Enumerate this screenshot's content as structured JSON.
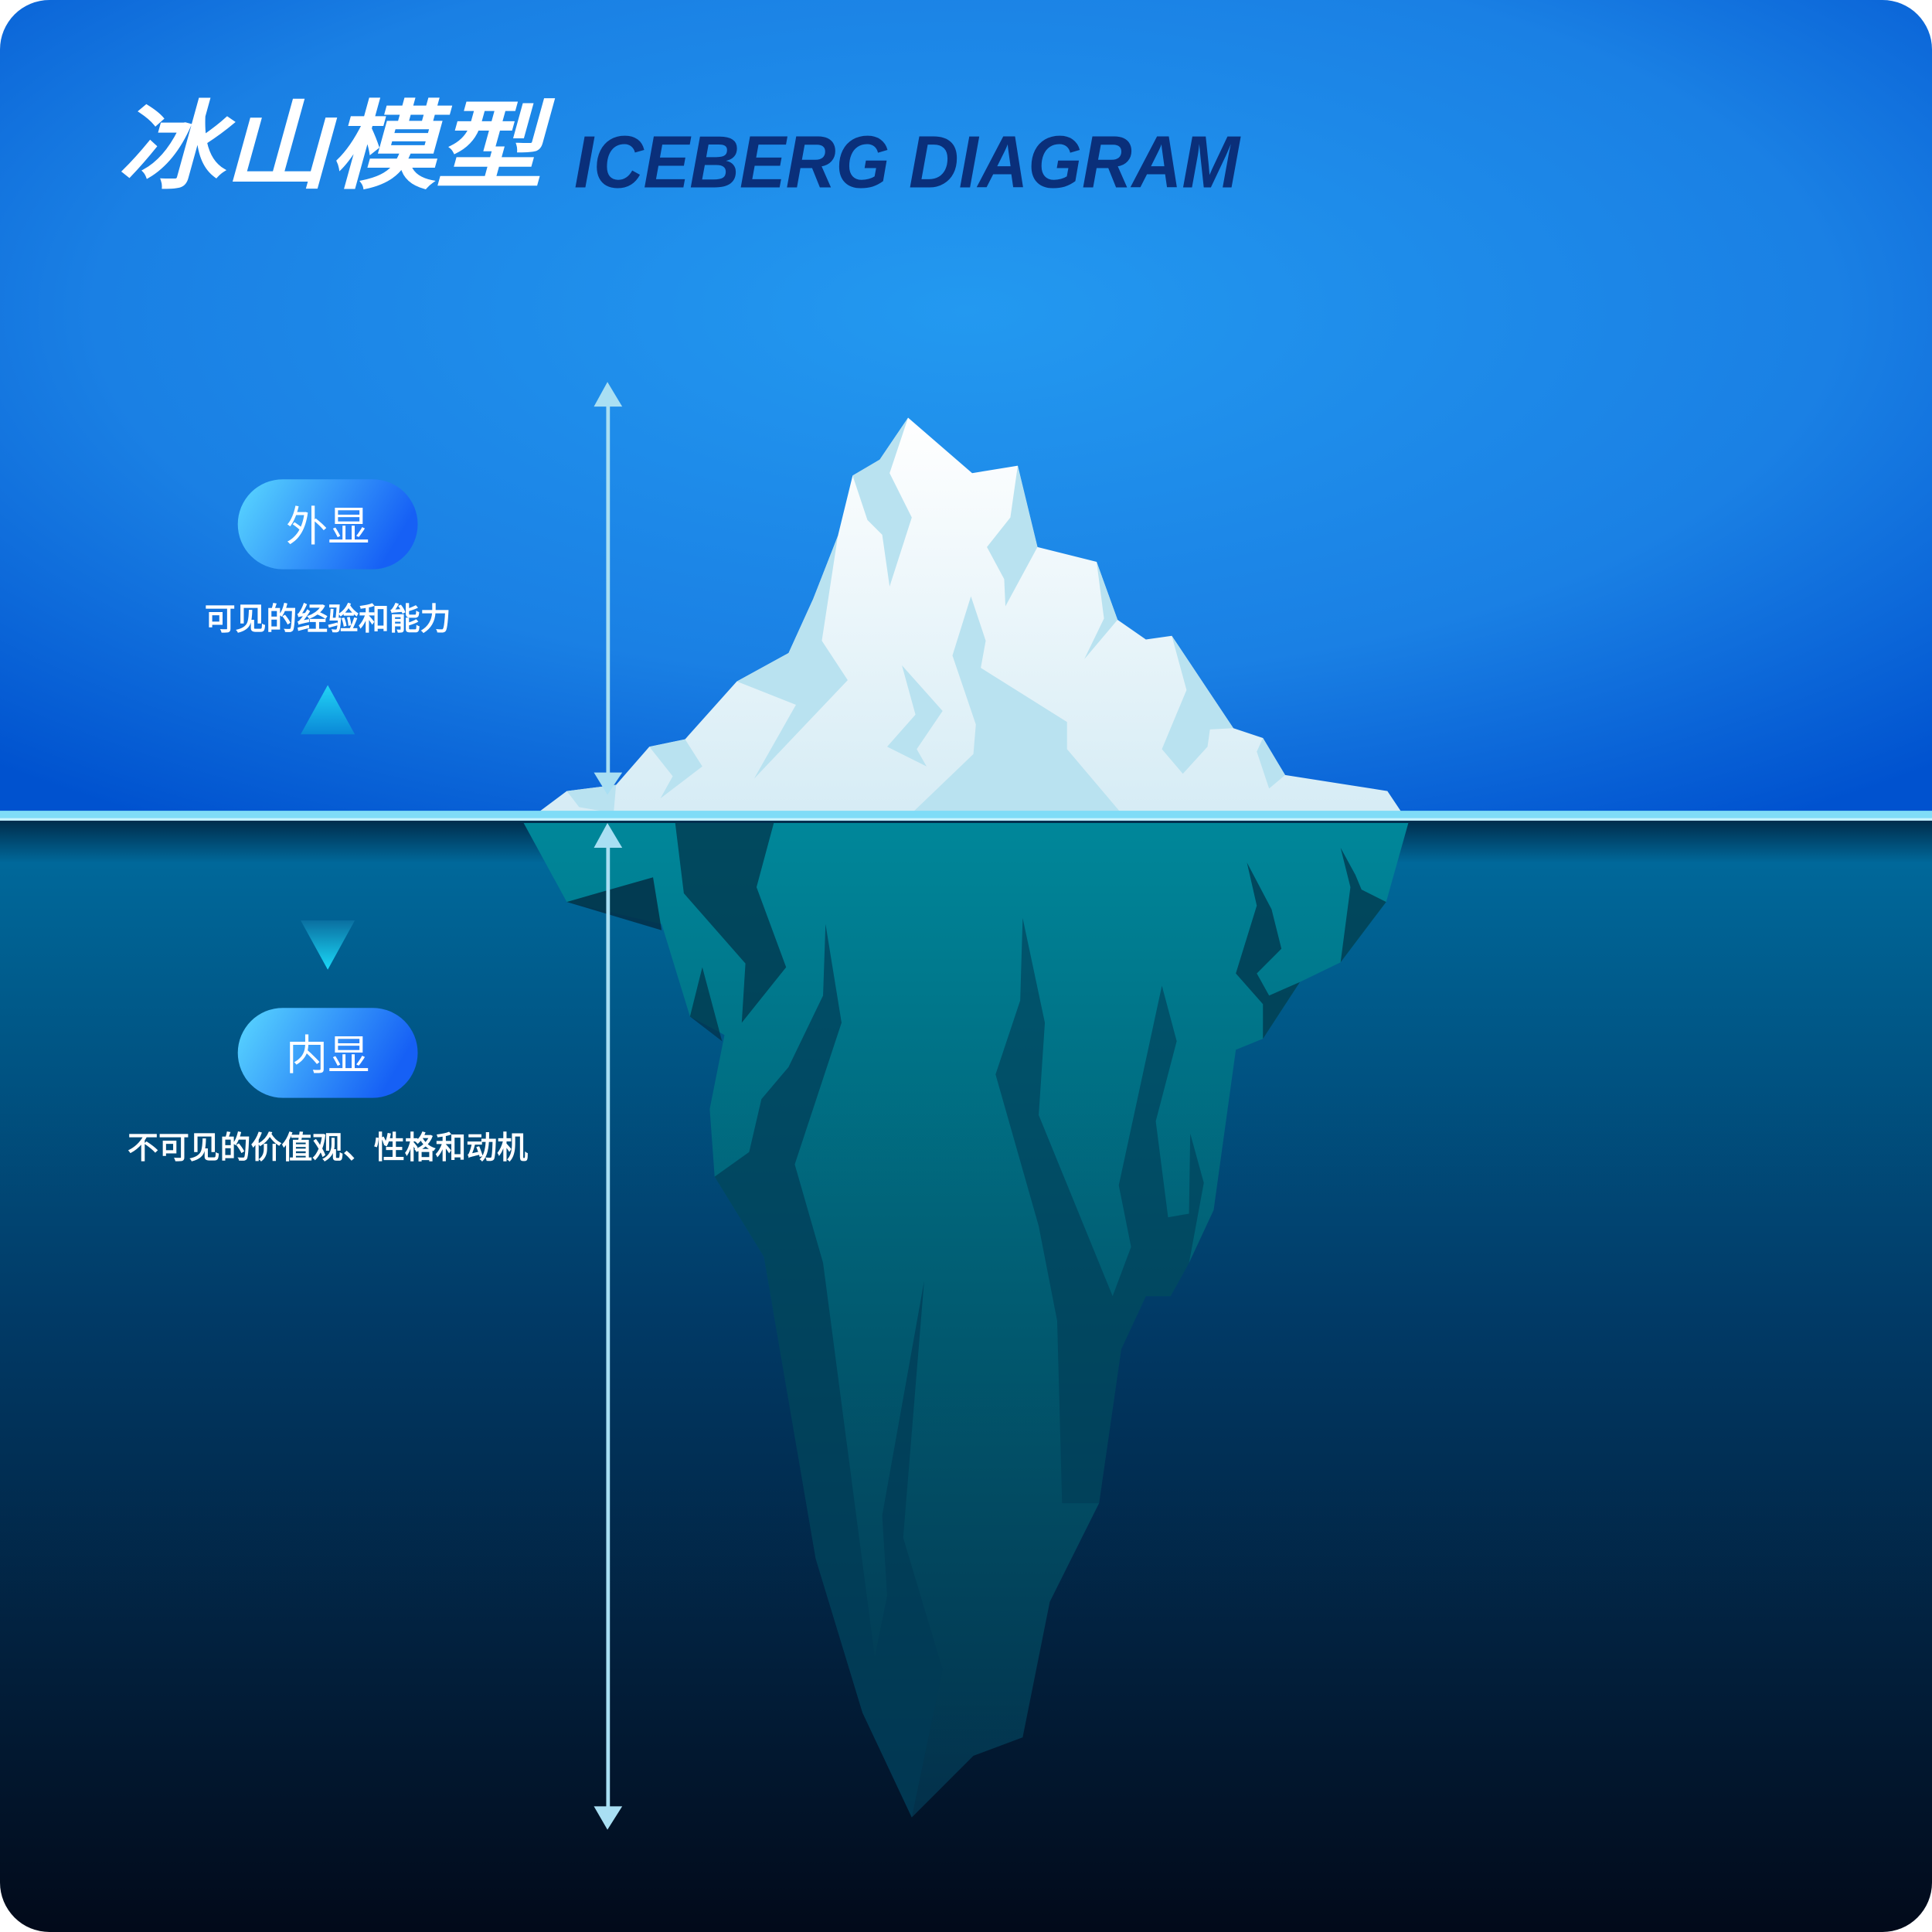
{
  "header": {
    "title_cn": "冰山模型",
    "title_en": "ICEBERG DIAGRAM"
  },
  "sections": {
    "visible": {
      "label": "外显",
      "description": "可见的经验和能力"
    },
    "hidden": {
      "label": "内显",
      "description": "不可见的价值观、性格和动机"
    }
  },
  "colors": {
    "sky_center": "#2399f0",
    "sky_edge": "#0052cf",
    "water_top": "#00699a",
    "water_bottom": "#020a1a",
    "waterline": "#7fdcf7",
    "title_en": "#0a2f7a",
    "pill_start": "#5ad8ff",
    "pill_end": "#1660f5"
  }
}
